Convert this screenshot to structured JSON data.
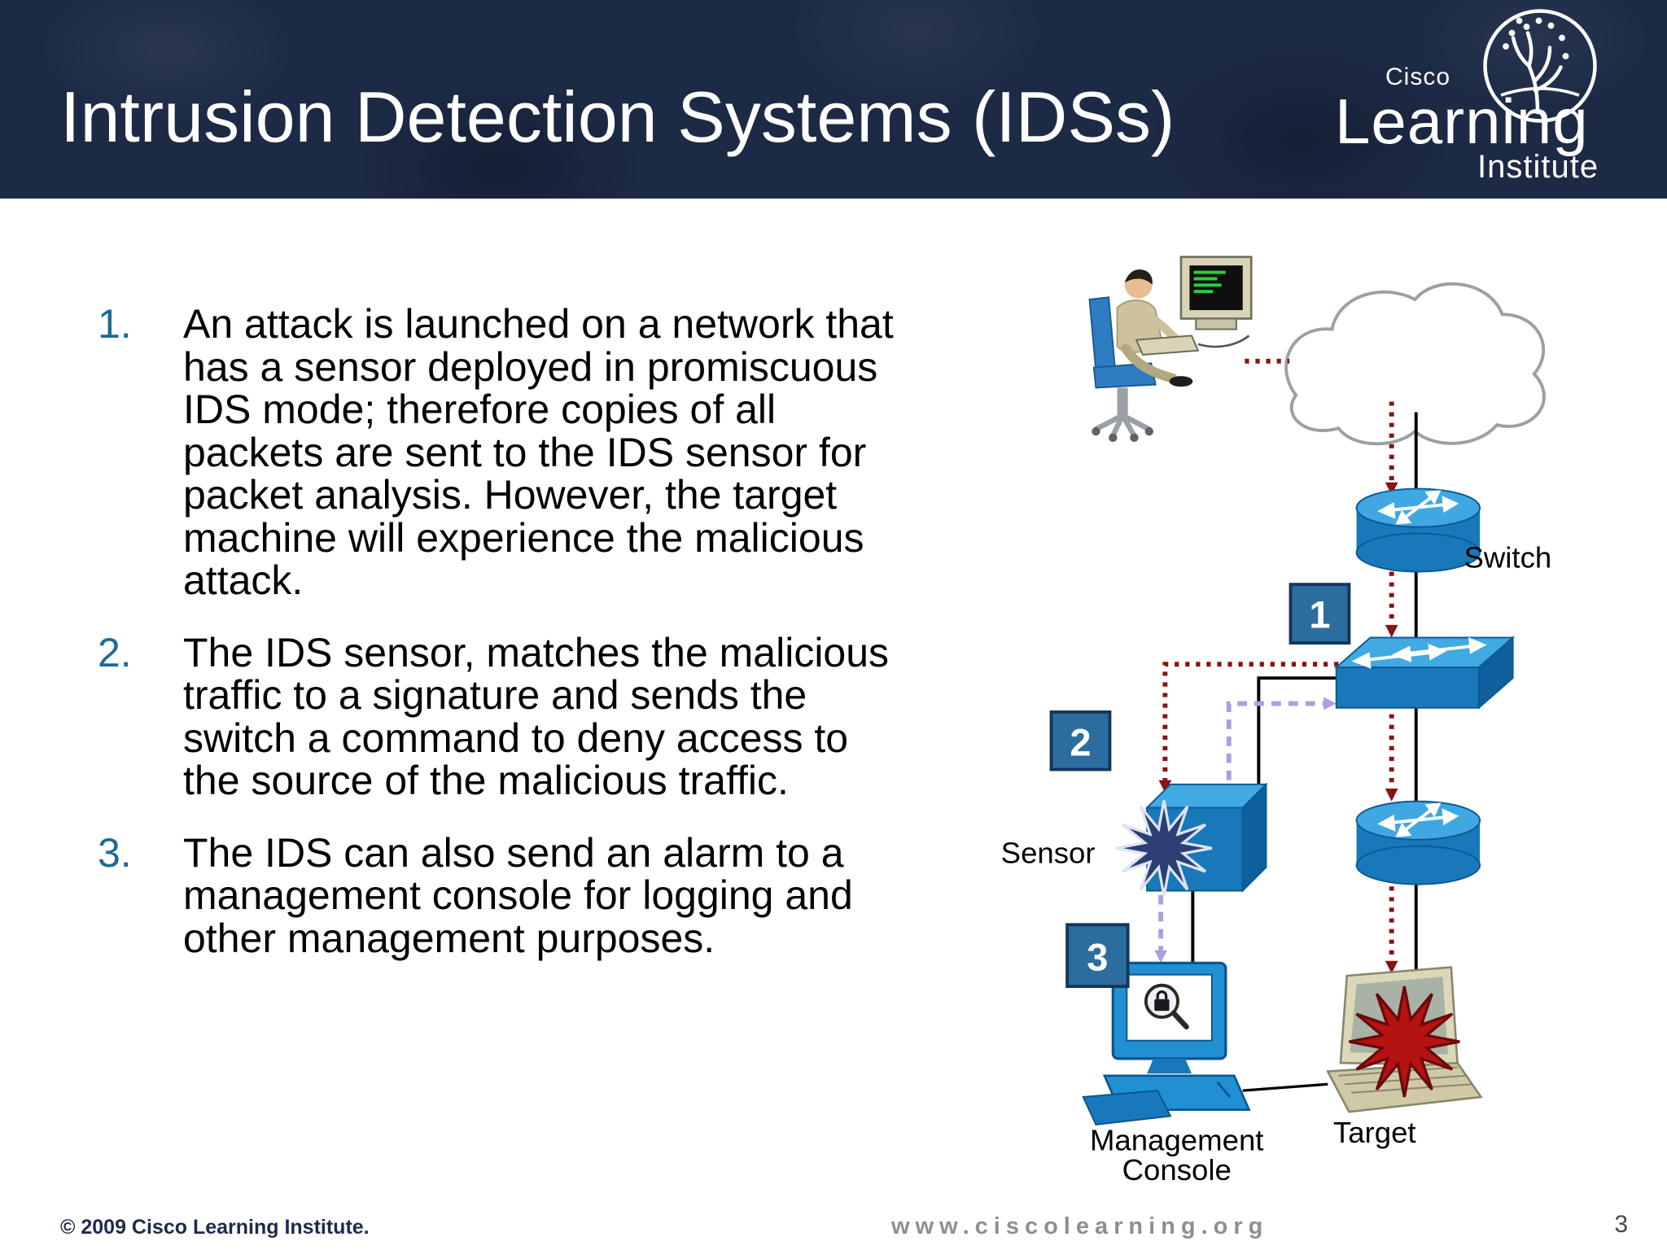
{
  "header": {
    "title": "Intrusion Detection Systems (IDSs)",
    "logo": {
      "brand": "Cisco",
      "word": "Learning",
      "sub": "Institute"
    }
  },
  "content": {
    "items": [
      {
        "number": "1.",
        "text": "An attack is launched on a network that has a sensor deployed in promiscuous IDS mode; therefore copies of all packets are sent to the IDS sensor for packet analysis. However, the target machine will experience the malicious attack."
      },
      {
        "number": "2.",
        "text": "The IDS sensor, matches the malicious traffic to a signature and sends the switch a command to deny access to the source of the malicious traffic."
      },
      {
        "number": "3.",
        "text": "The IDS can also send an alarm to a management console for logging and other management purposes."
      }
    ]
  },
  "diagram": {
    "labels": {
      "switch": "Switch",
      "sensor": "Sensor",
      "management1": "Management",
      "management2": "Console",
      "target": "Target"
    },
    "steps": {
      "s1": "1",
      "s2": "2",
      "s3": "3"
    },
    "colors": {
      "attack_path": "#8b1212",
      "response_path": "#a9a1dd",
      "step_box": "#2c6da0"
    }
  },
  "footer": {
    "copyright": "© 2009 Cisco Learning Institute.",
    "website": "www.ciscolearning.org",
    "page": "3"
  }
}
